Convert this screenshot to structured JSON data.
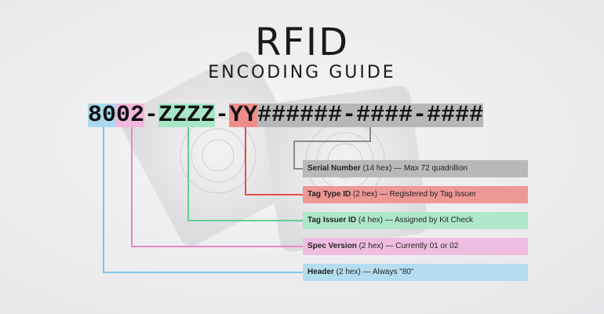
{
  "title": "RFID",
  "subtitle": "ENCODING GUIDE",
  "code_segments": [
    {
      "text": "80",
      "color": "#a9d9ee"
    },
    {
      "text": "02",
      "color": "#f2b8df"
    },
    {
      "text": "-",
      "color": ""
    },
    {
      "text": "ZZZZ",
      "color": "#a8e6c6"
    },
    {
      "text": "-",
      "color": ""
    },
    {
      "text": "YY",
      "color": "#ee8d8a"
    },
    {
      "text": "######-####-####",
      "color": "#b7b7b9"
    }
  ],
  "labels": [
    {
      "name": "Serial Number",
      "detail": " (14 hex) — Max 72 quadrillion",
      "color": "#b9b9bb",
      "line": "#8a8a8c"
    },
    {
      "name": "Tag Type ID",
      "detail": " (2 hex) — Registered by Tag Issuer",
      "color": "#ee9896",
      "line": "#e2504a"
    },
    {
      "name": "Tag Issuer ID",
      "detail": " (4 hex) — Assigned by Kit Check",
      "color": "#aee7c9",
      "line": "#5fce95"
    },
    {
      "name": "Spec Version",
      "detail": " (2 hex) — Currently 01 or 02",
      "color": "#f0bde2",
      "line": "#e986c9"
    },
    {
      "name": "Header",
      "detail": " (2 hex) — Always \"80\"",
      "color": "#b4def0",
      "line": "#7cc6e6"
    }
  ]
}
